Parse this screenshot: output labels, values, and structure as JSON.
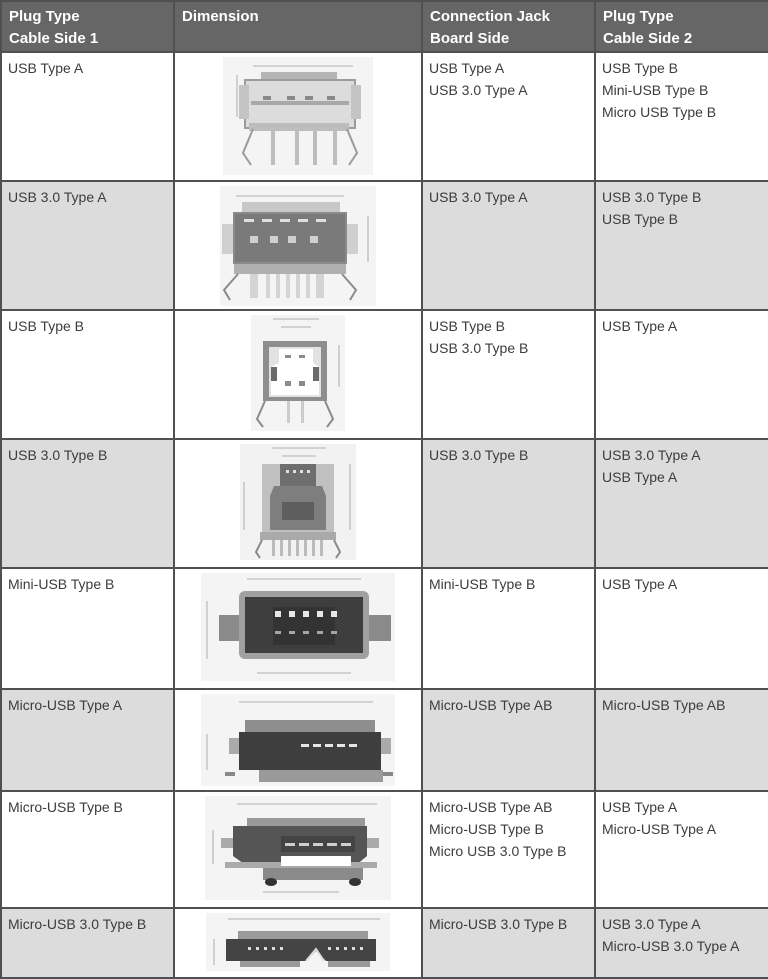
{
  "table": {
    "headers": [
      {
        "line1": "Plug Type",
        "line2": "Cable Side 1"
      },
      {
        "line1": "Dimension",
        "line2": ""
      },
      {
        "line1": "Connection Jack",
        "line2": "Board Side"
      },
      {
        "line1": "Plug Type",
        "line2": "Cable Side 2"
      }
    ],
    "rows": [
      {
        "plug_side1": "USB Type A",
        "dimension_icon": "usb-type-a-connector-drawing",
        "jack_board": [
          "USB Type A",
          "USB 3.0 Type A"
        ],
        "plug_side2": [
          "USB Type B",
          "Mini-USB Type B",
          "Micro USB Type B"
        ]
      },
      {
        "plug_side1": "USB 3.0 Type A",
        "dimension_icon": "usb-3-type-a-connector-drawing",
        "jack_board": [
          "USB 3.0 Type A"
        ],
        "plug_side2": [
          "USB 3.0 Type B",
          "USB Type B"
        ]
      },
      {
        "plug_side1": "USB Type B",
        "dimension_icon": "usb-type-b-connector-drawing",
        "jack_board": [
          "USB Type B",
          "USB 3.0 Type B"
        ],
        "plug_side2": [
          "USB Type A"
        ]
      },
      {
        "plug_side1": "USB 3.0 Type B",
        "dimension_icon": "usb-3-type-b-connector-drawing",
        "jack_board": [
          "USB 3.0 Type B"
        ],
        "plug_side2": [
          "USB 3.0 Type A",
          "USB Type A"
        ]
      },
      {
        "plug_side1": "Mini-USB Type B",
        "dimension_icon": "mini-usb-type-b-connector-drawing",
        "jack_board": [
          "Mini-USB Type B"
        ],
        "plug_side2": [
          "USB Type A"
        ]
      },
      {
        "plug_side1": "Micro-USB Type A",
        "dimension_icon": "micro-usb-type-a-connector-drawing",
        "jack_board": [
          "Micro-USB Type AB"
        ],
        "plug_side2": [
          "Micro-USB Type AB"
        ]
      },
      {
        "plug_side1": "Micro-USB Type B",
        "dimension_icon": "micro-usb-type-b-connector-drawing",
        "jack_board": [
          "Micro-USB Type AB",
          "Micro-USB Type B",
          "Micro USB 3.0 Type B"
        ],
        "plug_side2": [
          "USB Type A",
          "Micro-USB Type A"
        ]
      },
      {
        "plug_side1": "Micro-USB 3.0 Type B",
        "dimension_icon": "micro-usb-3-type-b-connector-drawing",
        "jack_board": [
          "Micro-USB 3.0 Type B"
        ],
        "plug_side2": [
          "USB 3.0 Type A",
          "Micro-USB 3.0 Type A"
        ]
      }
    ]
  },
  "colors": {
    "header_bg": "#666666",
    "header_text": "#ffffff",
    "row_alt_bg": "#dcdcdd",
    "row_plain_bg": "#ffffff",
    "border": "#505050",
    "text": "#3c3c3c"
  }
}
